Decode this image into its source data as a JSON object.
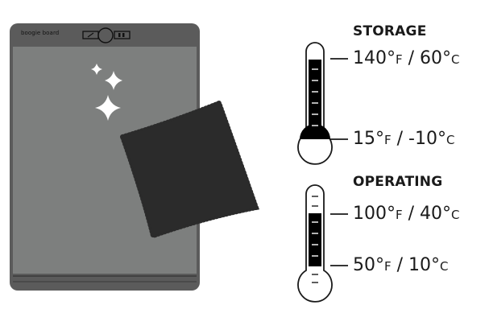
{
  "device": {
    "brand": "boogie board",
    "body_color": "#5b5b5b",
    "screen_color": "#7d7f7e"
  },
  "cloth": {
    "color": "#2b2b2b"
  },
  "storage": {
    "title": "STORAGE",
    "max": {
      "f_value": "140°",
      "f_unit": "F",
      "sep": " / ",
      "c_value": "60°",
      "c_unit": "C"
    },
    "min": {
      "f_value": "15°",
      "f_unit": "F",
      "sep": " / ",
      "c_value": "-10°",
      "c_unit": "C"
    }
  },
  "operating": {
    "title": "OPERATING",
    "max": {
      "f_value": "100°",
      "f_unit": "F",
      "sep": " / ",
      "c_value": "40°",
      "c_unit": "C"
    },
    "min": {
      "f_value": "50°",
      "f_unit": "F",
      "sep": " / ",
      "c_value": "10°",
      "c_unit": "C"
    }
  }
}
